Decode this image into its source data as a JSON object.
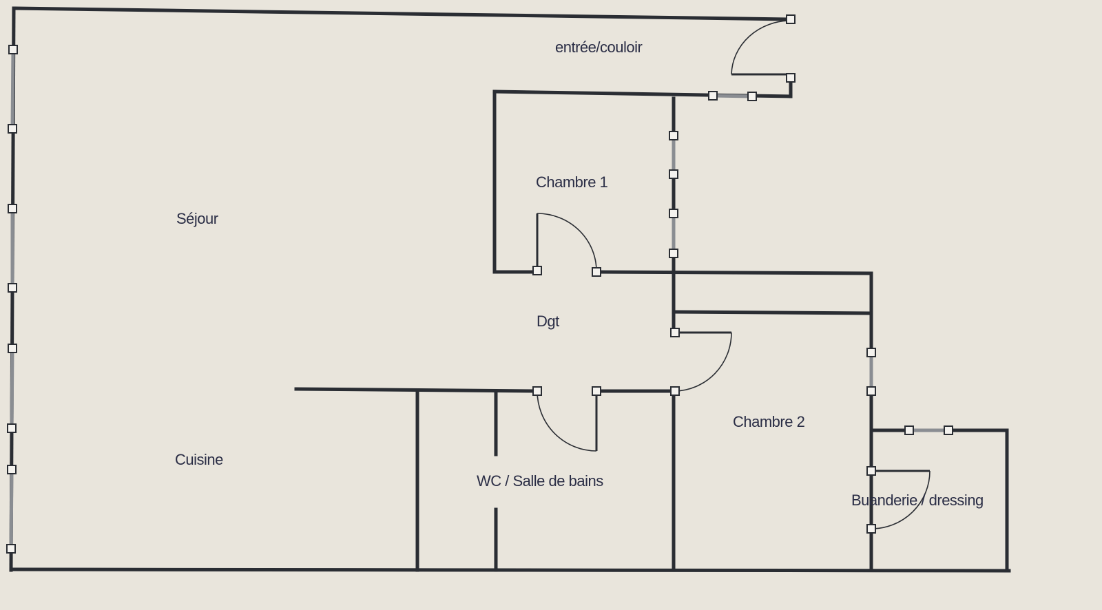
{
  "rooms": {
    "entree": "entrée/couloir",
    "chambre1": "Chambre 1",
    "sejour": "Séjour",
    "dgt": "Dgt",
    "cuisine": "Cuisine",
    "wc": "WC / Salle de bains",
    "chambre2": "Chambre 2",
    "buanderie": "Buanderie / dressing"
  },
  "colors": {
    "wall": "#2a2d33",
    "paper": "#e9e5dc"
  }
}
